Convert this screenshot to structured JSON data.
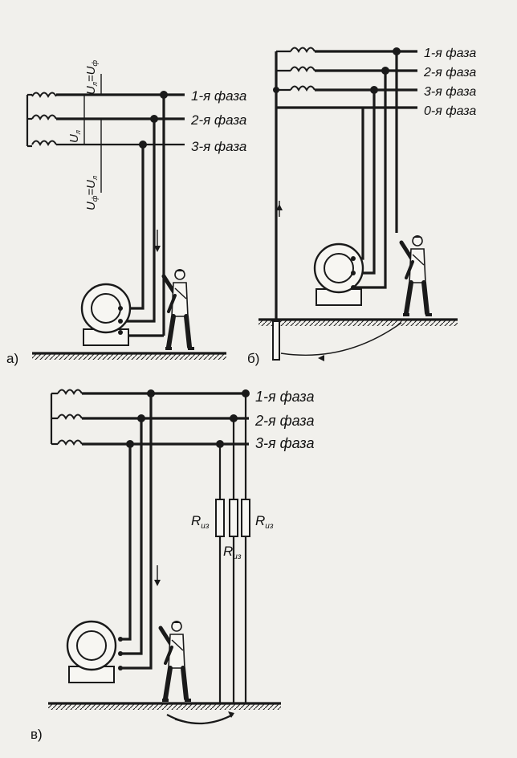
{
  "diagram_a": {
    "panel_label": "а)",
    "phase_labels": [
      "1-я фаза",
      "2-я фаза",
      "3-я фаза"
    ],
    "voltage_top": "U",
    "voltage_top_sub": "л",
    "voltage_top_eq": "=U",
    "voltage_top_eq_sub": "ф",
    "voltage_mid": "U",
    "voltage_mid_sub": "л",
    "voltage_bottom": "U",
    "voltage_bottom_sub": "ф",
    "voltage_bottom_eq": "=U",
    "voltage_bottom_eq_sub": "л"
  },
  "diagram_b": {
    "panel_label": "б)",
    "phase_labels": [
      "1-я фаза",
      "2-я фаза",
      "3-я фаза",
      "0-я фаза"
    ]
  },
  "diagram_c": {
    "panel_label": "в)",
    "phase_labels": [
      "1-я фаза",
      "2-я фаза",
      "3-я фаза"
    ],
    "resistor_label": "R",
    "resistor_sub": "из"
  },
  "colors": {
    "ink": "#1a1a1a",
    "paper": "#f1f0ec"
  }
}
